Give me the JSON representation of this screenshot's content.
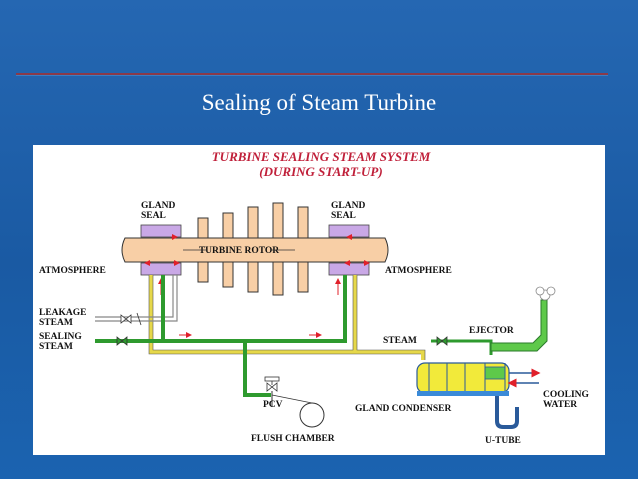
{
  "slide": {
    "title": "Sealing of Steam Turbine"
  },
  "diagram": {
    "title_line1": "TURBINE SEALING STEAM SYSTEM",
    "title_line2": "(DURING START-UP)",
    "gland_seal_left": [
      "GLAND",
      "SEAL"
    ],
    "gland_seal_right": [
      "GLAND",
      "SEAL"
    ],
    "rotor": "TURBINE ROTOR",
    "atm_left": "ATMOSPHERE",
    "atm_right": "ATMOSPHERE",
    "leakage": [
      "LEAKAGE",
      "STEAM"
    ],
    "sealing": [
      "SEALING",
      "STEAM"
    ],
    "steam": "STEAM",
    "ejector": "EJECTOR",
    "pcv": "PCV",
    "gland_condenser": "GLAND CONDENSER",
    "cooling": [
      "COOLING",
      "WATER"
    ],
    "flush": "FLUSH CHAMBER",
    "utube": "U-TUBE"
  },
  "colors": {
    "rotor_fill": "#f8cfa6",
    "seal_fill": "#c9a8e6",
    "sealing_pipe": "#2e9a2e",
    "leak_pipe": "#e6d84a",
    "arrow": "#e0202a",
    "condenser": "#f2ea3a",
    "condenser_body": "#3a8ad8"
  }
}
